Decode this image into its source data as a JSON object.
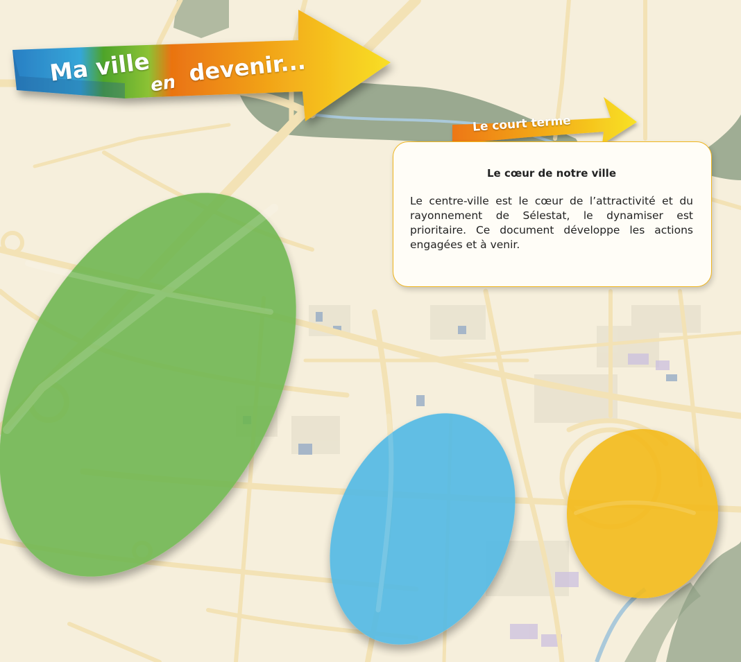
{
  "title": {
    "word1": "Ma ville",
    "word2": "en",
    "word3": "devenir..."
  },
  "term_label": "Le court terme",
  "card": {
    "heading": "Le cœur de notre ville",
    "body": "Le centre-ville est le cœur de l’attractivité et du rayonnement de Sélestat, le dynamiser est prioritaire. Ce document développe les actions engagées et à venir."
  },
  "colors": {
    "map_background": "#f6efdc",
    "road": "#f3e2b5",
    "forest": "#8a9c82",
    "river": "#aac9da",
    "zone_green": "#6db650",
    "zone_blue": "#4db8e6",
    "zone_yellow": "#f3bb1e",
    "ribbon_blue": "#2f86c8",
    "ribbon_green": "#5aac2f",
    "ribbon_orange": "#ee7d12",
    "ribbon_yellow": "#f6c31b",
    "card_border": "#f0b51c"
  },
  "icons": [
    "arrow-ribbon-icon",
    "arrow-banner-icon"
  ]
}
